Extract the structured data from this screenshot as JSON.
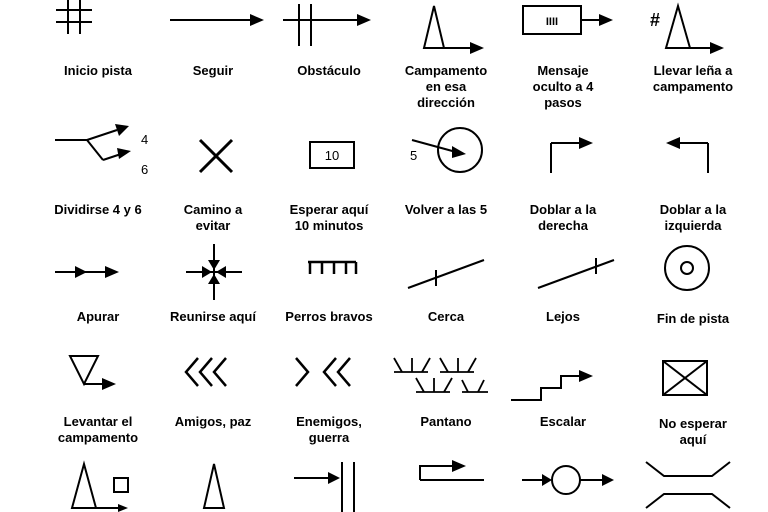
{
  "symbols": [
    {
      "label": "Inicio pista"
    },
    {
      "label": "Seguir"
    },
    {
      "label": "Obstáculo"
    },
    {
      "label": "Campamento\nen esa\ndirección"
    },
    {
      "label": "Mensaje\noculto a 4\npasos"
    },
    {
      "label": "Llevar leña a\ncampamento"
    },
    {
      "label": "Dividirse 4 y 6"
    },
    {
      "label": "Camino a\nevitar"
    },
    {
      "label": "Esperar aquí\n10 minutos"
    },
    {
      "label": "Volver a las 5"
    },
    {
      "label": "Doblar a la\nderecha"
    },
    {
      "label": "Doblar a la\nizquierda"
    },
    {
      "label": "Apurar"
    },
    {
      "label": "Reunirse aquí"
    },
    {
      "label": "Perros bravos"
    },
    {
      "label": "Cerca"
    },
    {
      "label": "Lejos"
    },
    {
      "label": "Fin de pista"
    },
    {
      "label": "Levantar el\ncampamento"
    },
    {
      "label": "Amigos, paz"
    },
    {
      "label": "Enemigos,\nguerra"
    },
    {
      "label": "Pantano"
    },
    {
      "label": "Escalar"
    },
    {
      "label": "No esperar\naquí"
    }
  ],
  "glyphs": {
    "message_marks": "IIII",
    "wood_hash": "#",
    "split_four": "4",
    "split_six": "6",
    "wait_minutes": "10",
    "return_hour": "5"
  }
}
